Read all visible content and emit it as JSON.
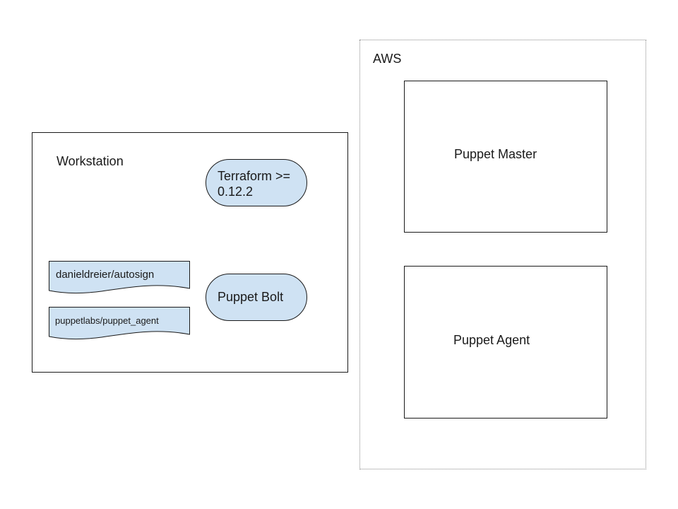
{
  "workstation": {
    "title": "Workstation",
    "tools": {
      "terraform": {
        "line1": "Terraform >=",
        "line2": "0.12.2"
      },
      "bolt": "Puppet Bolt"
    },
    "modules": [
      "danieldreier/autosign",
      "puppetlabs/puppet_agent"
    ]
  },
  "aws": {
    "title": "AWS",
    "nodes": [
      "Puppet Master",
      "Puppet Agent"
    ]
  },
  "colors": {
    "shape_fill": "#cfe2f3",
    "stroke": "#1a1a1a",
    "aws_border": "#8a8a8a"
  }
}
